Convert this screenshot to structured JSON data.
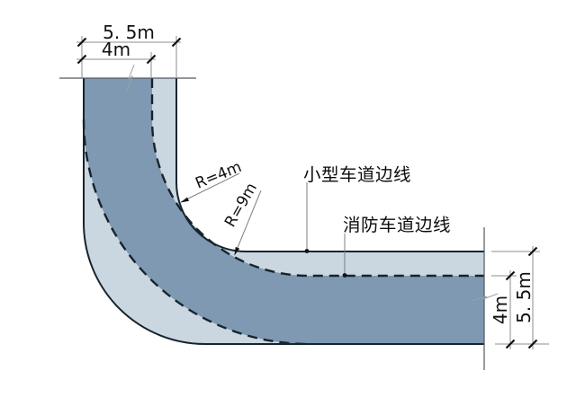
{
  "diagram": {
    "top_dims": {
      "outer": "5. 5m",
      "inner": "4m"
    },
    "right_dims": {
      "inner": "4m",
      "outer": "5. 5m"
    },
    "radii": {
      "small_car": "R=4m",
      "fire_lane": "R=9m"
    },
    "labels": {
      "small_lane_edge": "小型车道边线",
      "fire_lane_edge": "消防车道边线"
    },
    "colors": {
      "fire_lane_fill": "#7E99B1",
      "small_lane_fill": "#CAD6E0",
      "edge_line": "#17242E",
      "dim_line": "#8A8F94",
      "text": "#111111"
    }
  }
}
